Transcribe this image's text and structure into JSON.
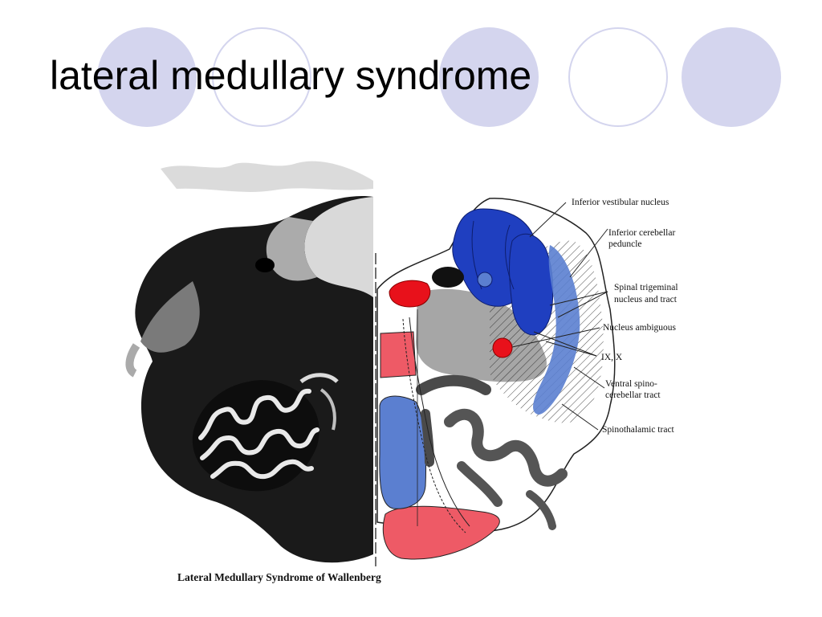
{
  "slide": {
    "title": "lateral medullary syndrome"
  },
  "figure": {
    "caption": "Lateral Medullary Syndrome of Wallenberg",
    "labels": {
      "inferior_vestibular_nucleus": "Inferior vestibular nucleus",
      "inferior_cerebellar_line1": "Inferior cerebellar",
      "inferior_cerebellar_line2": "peduncle",
      "spinal_trigeminal_line1": "Spinal trigeminal",
      "spinal_trigeminal_line2": "nucleus and tract",
      "nucleus_ambiguous": "Nucleus ambiguous",
      "nerves": "IX, X",
      "ventral_spino_line1": "Ventral spino-",
      "ventral_spino_line2": "cerebellar tract",
      "spinothalamic": "Spinothalamic tract"
    }
  },
  "colors": {
    "decor_circle": "#d4d5ee",
    "dark_blue": "#1f3fc0",
    "light_blue": "#5b7fd0",
    "red": "#e8111b",
    "pink": "#ee5a66",
    "gray": "#9d9d9d"
  }
}
